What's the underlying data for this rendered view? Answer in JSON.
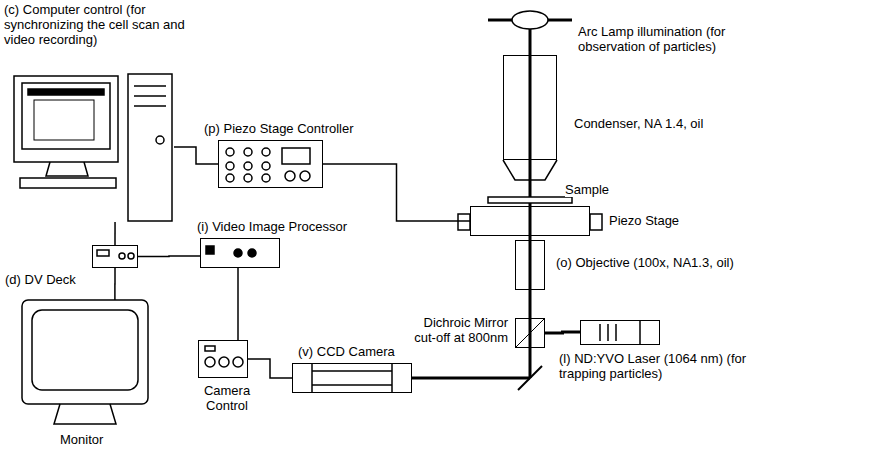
{
  "diagram": {
    "nodes": [
      {
        "text": [
          "(c) Computer control (for synchronizing the cell scan and video recording)"
        ]
      },
      {
        "text": [
          "(p) Piezo Stage Controller"
        ]
      },
      {
        "text": [
          "(i) Video Image Processor"
        ]
      },
      {
        "text": [
          "(d) DV Deck"
        ]
      },
      {
        "text": [
          "Monitor"
        ]
      },
      {
        "text": [
          "Camera Control"
        ]
      },
      {
        "text": [
          "(v) CCD Camera"
        ]
      },
      {
        "text": [
          "(l) ND:YVO Laser (1064 nm) (for trapping particles)"
        ]
      },
      {
        "text": [
          "Arc Lamp illumination (for observation of particles)"
        ]
      },
      {
        "text": [
          "Condenser, NA 1.4, oil"
        ]
      },
      {
        "text": [
          "Piezo Stage"
        ]
      },
      {
        "text": [
          "(o) Objective (100x, NA1.3, oil)"
        ]
      },
      {
        "text": [
          "Dichroic Mirror cut-off at 800nm"
        ]
      }
    ],
    "edges": [
      {
        "from": 0,
        "to": 1,
        "arrow": "none"
      },
      {
        "from": 1,
        "to": 10,
        "arrow": "none"
      },
      {
        "from": 0,
        "to": 3,
        "arrow": "none"
      },
      {
        "from": 3,
        "to": 2,
        "arrow": "none"
      },
      {
        "from": 2,
        "to": 5,
        "arrow": "none"
      },
      {
        "from": 3,
        "to": 4,
        "arrow": "none"
      },
      {
        "from": 5,
        "to": 6,
        "arrow": "none"
      },
      {
        "from": 7,
        "to": 12,
        "arrow": "none"
      }
    ],
    "labels": [
      "Sample"
    ]
  }
}
